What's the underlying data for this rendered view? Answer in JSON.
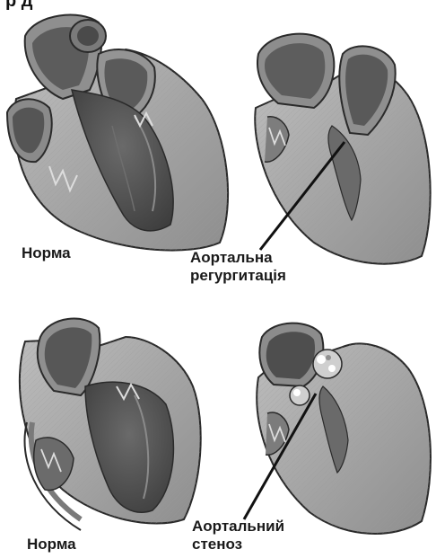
{
  "heading_fragment": "р        д",
  "panels": {
    "top_left": {
      "label": "Норма"
    },
    "top_right": {
      "label_line1": "Аортальна",
      "label_line2": "регургитація"
    },
    "bottom_left": {
      "label": "Норма"
    },
    "bottom_right": {
      "label_line1": "Аортальний",
      "label_line2": "стеноз"
    }
  },
  "colors": {
    "tissue": "#a9a9a9",
    "tissue_dark": "#6f6f6f",
    "chamber": "#4f4f4f",
    "outline": "#2a2a2a",
    "leader_line": "#111111"
  }
}
